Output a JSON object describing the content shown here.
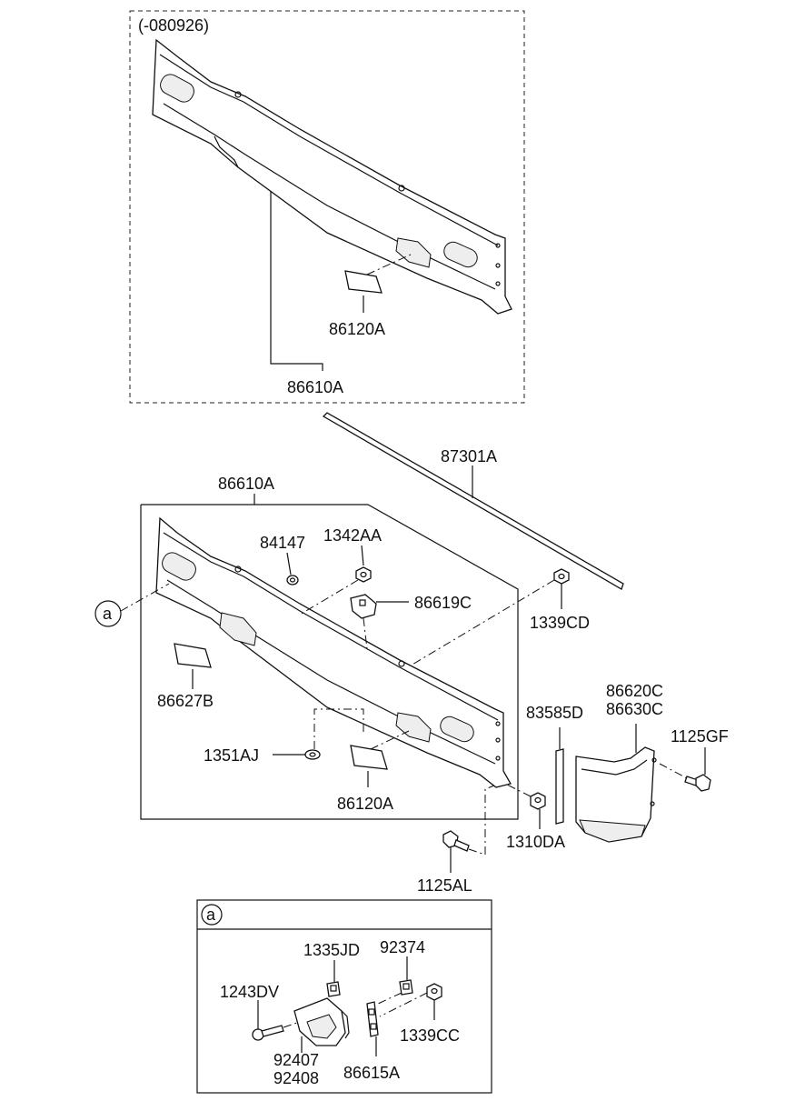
{
  "diagram": {
    "variant_label": "(-080926)",
    "labels": {
      "upper_pad": "86120A",
      "upper_panel": "86610A",
      "weatherstrip": "87301A",
      "panel": "86610A",
      "clip_84147": "84147",
      "nut_1342aa": "1342AA",
      "bracket": "86619C",
      "nut_1339cd": "1339CD",
      "callout_a": "a",
      "pad_86627b": "86627B",
      "grommet": "1351AJ",
      "lower_pad": "86120A",
      "tape": "83585D",
      "end_cap_lh": "86620C",
      "end_cap_rh": "86630C",
      "bolt_1125gf": "1125GF",
      "nut_1310da": "1310DA",
      "bolt_1125al": "1125AL"
    },
    "detail": {
      "tag": "a",
      "labels": {
        "clip_1335jd": "1335JD",
        "clip_92374": "92374",
        "screw_1243dv": "1243DV",
        "nut_1339cc": "1339CC",
        "lamp_92407": "92407",
        "lamp_92408": "92408",
        "bracket_86615a": "86615A"
      }
    }
  }
}
